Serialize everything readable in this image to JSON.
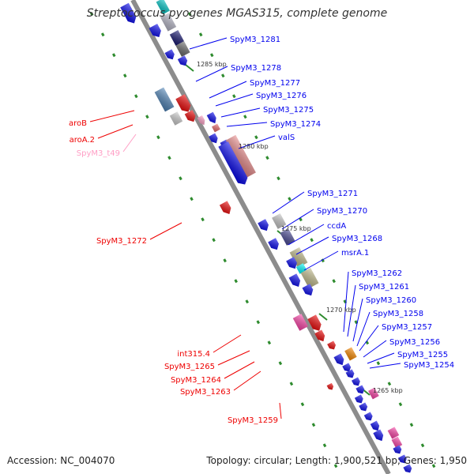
{
  "title": "Streptococcus pyogenes MGAS315, complete genome",
  "footer": {
    "accession": "Accession: NC_004070",
    "summary": "Topology: circular; Length: 1,900,521 bp; Genes: 1,950"
  },
  "colors": {
    "backbone": "#8c8c8c",
    "scale": "#2e8b2e",
    "forward": "#0000ee",
    "reverse": "#ee0000",
    "trna": "#ff9ec5"
  },
  "scale_labels": [
    "1285 kbp",
    "1280 kbp",
    "1275 kbp",
    "1270 kbp",
    "1265 kbp"
  ],
  "right_labels": [
    "SpyM3_1281",
    "SpyM3_1278",
    "SpyM3_1277",
    "SpyM3_1276",
    "SpyM3_1275",
    "SpyM3_1274",
    "valS",
    "SpyM3_1271",
    "SpyM3_1270",
    "ccdA",
    "SpyM3_1268",
    "msrA.1",
    "SpyM3_1262",
    "SpyM3_1261",
    "SpyM3_1260",
    "SpyM3_1258",
    "SpyM3_1257",
    "SpyM3_1256",
    "SpyM3_1255",
    "SpyM3_1254"
  ],
  "left_labels": [
    "aroB",
    "aroA.2",
    "SpyM3_t49",
    "SpyM3_1272",
    "int315.4",
    "SpyM3_1265",
    "SpyM3_1264",
    "SpyM3_1263",
    "SpyM3_1259"
  ]
}
